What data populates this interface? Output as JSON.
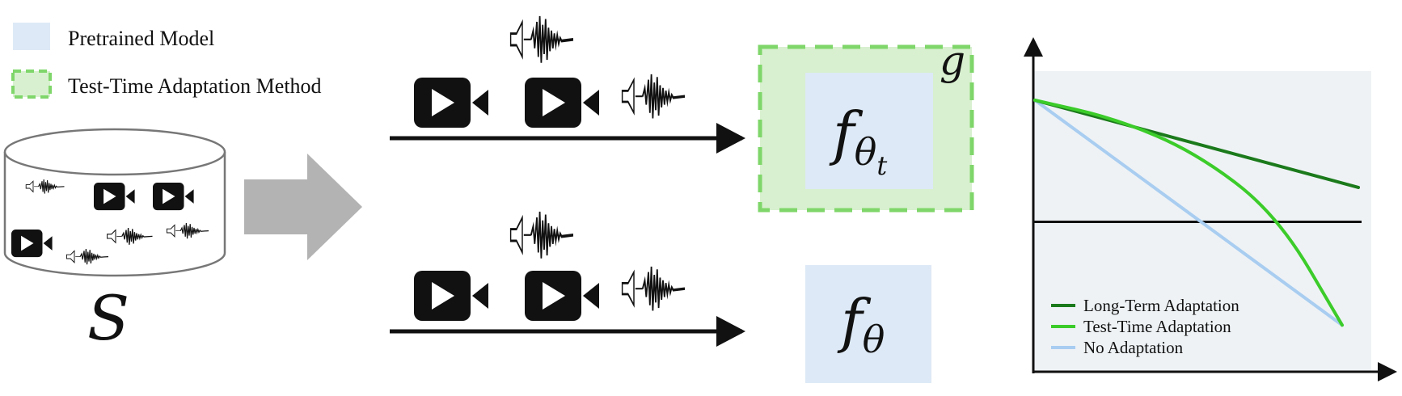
{
  "legend": {
    "pretrained_label": "Pretrained Model",
    "tta_label": "Test-Time Adaptation Method",
    "pretrained_color": "#dde9f6",
    "tta_fill_color": "#d8f0cf",
    "tta_border_color": "#7fd66a"
  },
  "dataset": {
    "label": "S",
    "icons": [
      "audio-waveform-icon",
      "video-camera-icon"
    ]
  },
  "models": {
    "adapted": {
      "func": "f",
      "sub": "θ",
      "subsub": "t",
      "wrapper": "g"
    },
    "static": {
      "func": "f",
      "sub": "θ"
    }
  },
  "chart_data": {
    "type": "line",
    "title": "",
    "xlabel": "",
    "ylabel": "",
    "grid": false,
    "legend_position": "bottom-left",
    "background": "#eef2f5",
    "series": [
      {
        "name": "Long-Term Adaptation",
        "color": "#1b7a1b",
        "points": [
          [
            0,
            1.0
          ],
          [
            1,
            0.62
          ]
        ]
      },
      {
        "name": "Test-Time Adaptation",
        "color": "#3ccc2a",
        "points": [
          [
            0,
            1.0
          ],
          [
            0.25,
            0.92
          ],
          [
            0.5,
            0.77
          ],
          [
            0.75,
            0.5
          ],
          [
            0.95,
            0.02
          ]
        ]
      },
      {
        "name": "No Adaptation",
        "color": "#a8cdf0",
        "points": [
          [
            0,
            1.0
          ],
          [
            0.95,
            0.02
          ]
        ]
      }
    ],
    "reference_line": 0.47
  }
}
